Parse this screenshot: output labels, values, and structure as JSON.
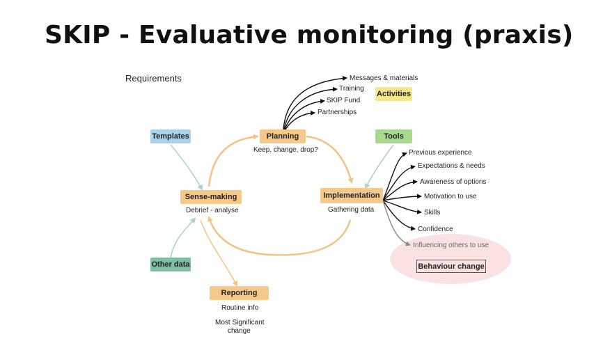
{
  "title": "SKIP - Evaluative monitoring (praxis)",
  "requirements": "Requirements",
  "nodes": {
    "templates": "Templates",
    "planning": "Planning",
    "planning_sub": "Keep, change, drop?",
    "activities": "Activities",
    "tools": "Tools",
    "sense_making": "Sense-making",
    "sense_making_sub": "Debrief - analyse",
    "implementation": "Implementation",
    "implementation_sub": "Gathering data",
    "other_data": "Other data",
    "reporting": "Reporting",
    "reporting_sub1": "Routine info",
    "reporting_sub2_line1": "Most Significant",
    "reporting_sub2_line2": "change",
    "behaviour_change": "Behaviour change"
  },
  "planning_outputs": [
    "Messages & materials",
    "Training",
    "SKIP Fund",
    "Partnerships"
  ],
  "implementation_outputs": [
    "Previous experience",
    "Expectations & needs",
    "Awareness of options",
    "Motivation to use",
    "Skills",
    "Confidence",
    "Influencing others to use"
  ],
  "colors": {
    "orange": "#f6c98a",
    "blue": "#a7d4ec",
    "green": "#a9d98c",
    "teal": "#7fbfa4",
    "yellow": "#f6e88a",
    "ellipse": "#fbe2e2",
    "cycle_arrow": "#f4c383",
    "input_arrow": "#a8d3c8"
  }
}
